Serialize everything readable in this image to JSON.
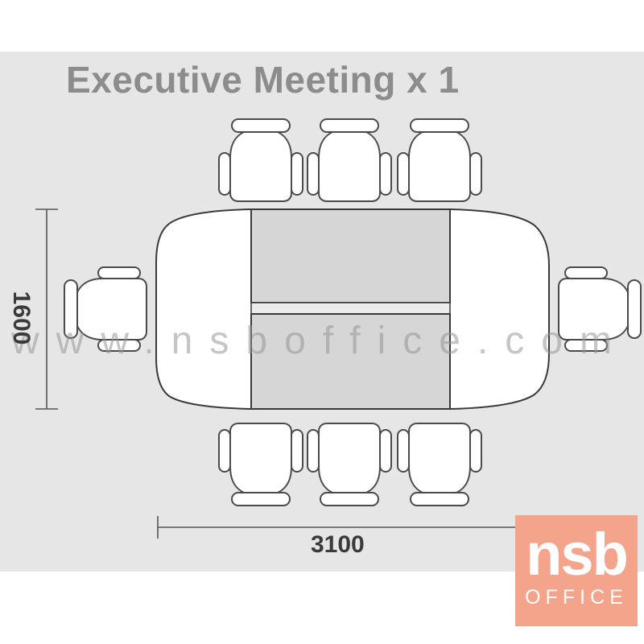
{
  "title": "Executive Meeting x 1",
  "watermark": "www.nsboffice.com",
  "dimensions": {
    "width_label": "3100",
    "depth_label": "1600"
  },
  "logo": {
    "letters": "nsb",
    "subtitle": "OFFICE"
  },
  "colors": {
    "panel": "#e6e6e6",
    "title": "#8c8c8c",
    "table_wing": "#ffffff",
    "table_center": "#d6d6d6",
    "outline": "#3a3a3a",
    "logo": "#f5a48c"
  },
  "chairs": {
    "top_count": 3,
    "bottom_count": 3,
    "left_count": 1,
    "right_count": 1
  }
}
